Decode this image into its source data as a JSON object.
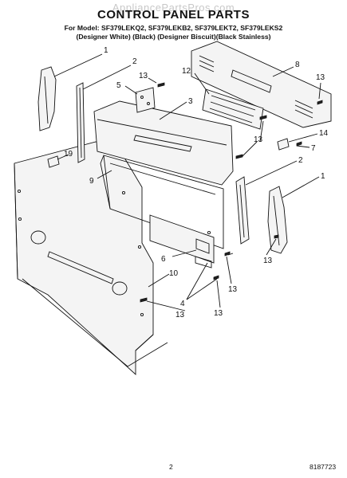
{
  "watermark": "AppliancePartsPros.com",
  "title": "CONTROL PANEL PARTS",
  "subtitle_line1": "For Model: SF379LEKQ2, SF379LEKB2, SF379LEKT2, SF379LEKS2",
  "subtitle_line2": "(Designer White)     (Black)   (Designer Biscuit)(Black Stainless)",
  "callouts": [
    "1",
    "2",
    "5",
    "13",
    "3",
    "12",
    "8",
    "13",
    "13",
    "14",
    "7",
    "2",
    "1",
    "19",
    "9",
    "13",
    "6",
    "4",
    "13",
    "13",
    "10",
    "13"
  ],
  "footer": {
    "page_number": "2",
    "document_number": "8187723"
  }
}
